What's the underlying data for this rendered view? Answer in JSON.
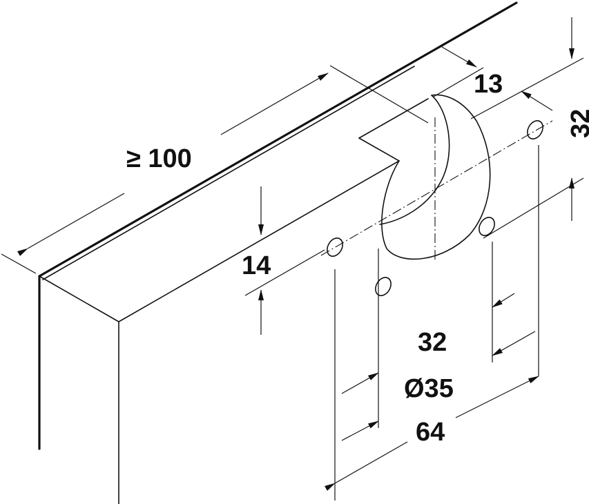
{
  "diagram": {
    "dimensions": {
      "min_length": "≥ 100",
      "cup_offset": "13",
      "edge_distance_top": "32",
      "edge_distance_bottom": "14",
      "hole_spacing": "32",
      "cup_diameter": "Ø35",
      "hole_span": "64"
    },
    "line_color": "#111111"
  }
}
